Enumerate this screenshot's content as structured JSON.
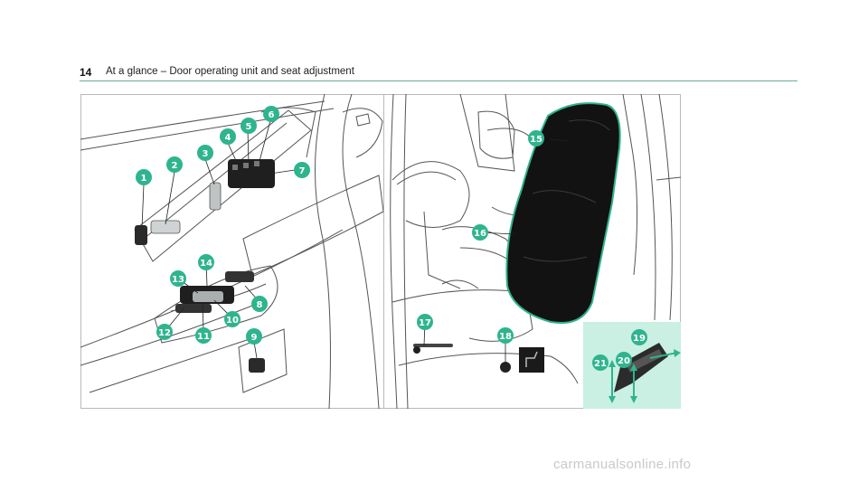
{
  "header": {
    "page_number": "14",
    "title": "At a glance – Door operating unit and seat adjustment"
  },
  "figure": {
    "accent_color": "#2fb48e",
    "inset_color": "#c9f0e2",
    "callouts": [
      "1",
      "2",
      "3",
      "4",
      "5",
      "6",
      "7",
      "8",
      "9",
      "10",
      "11",
      "12",
      "13",
      "14",
      "15",
      "16",
      "17",
      "18",
      "19",
      "20",
      "21"
    ]
  },
  "watermark": "carmanualsonline.info"
}
